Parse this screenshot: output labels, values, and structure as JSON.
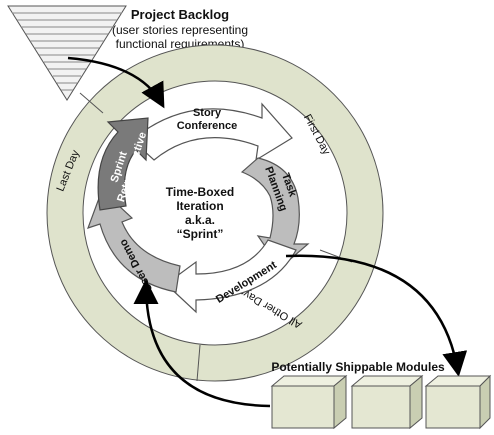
{
  "backlog": {
    "title": "Project Backlog",
    "subtitle_line1": "(user stories representing",
    "subtitle_line2": "functional requirements)"
  },
  "outer_ring": {
    "first_day": "First Day",
    "all_other_days": "All Other Days",
    "last_day": "Last Day"
  },
  "phases": {
    "story_conference_line1": "Story",
    "story_conference_line2": "Conference",
    "task_planning_line1": "Task",
    "task_planning_line2": "Planning",
    "development": "Development",
    "user_demo": "User Demo",
    "sprint_retrospective_line1": "Sprint",
    "sprint_retrospective_line2": "Retrospective"
  },
  "center": {
    "line1": "Time-Boxed",
    "line2": "Iteration",
    "line3": "a.k.a.",
    "line4": "“Sprint”"
  },
  "modules": {
    "title": "Potentially Shippable Modules"
  },
  "colors": {
    "ring_fill": "#dfe3cc",
    "dark_arrow": "#7a7a7a",
    "light_arrow": "#bdbdbd",
    "module_fill": "#e4e7d2"
  }
}
